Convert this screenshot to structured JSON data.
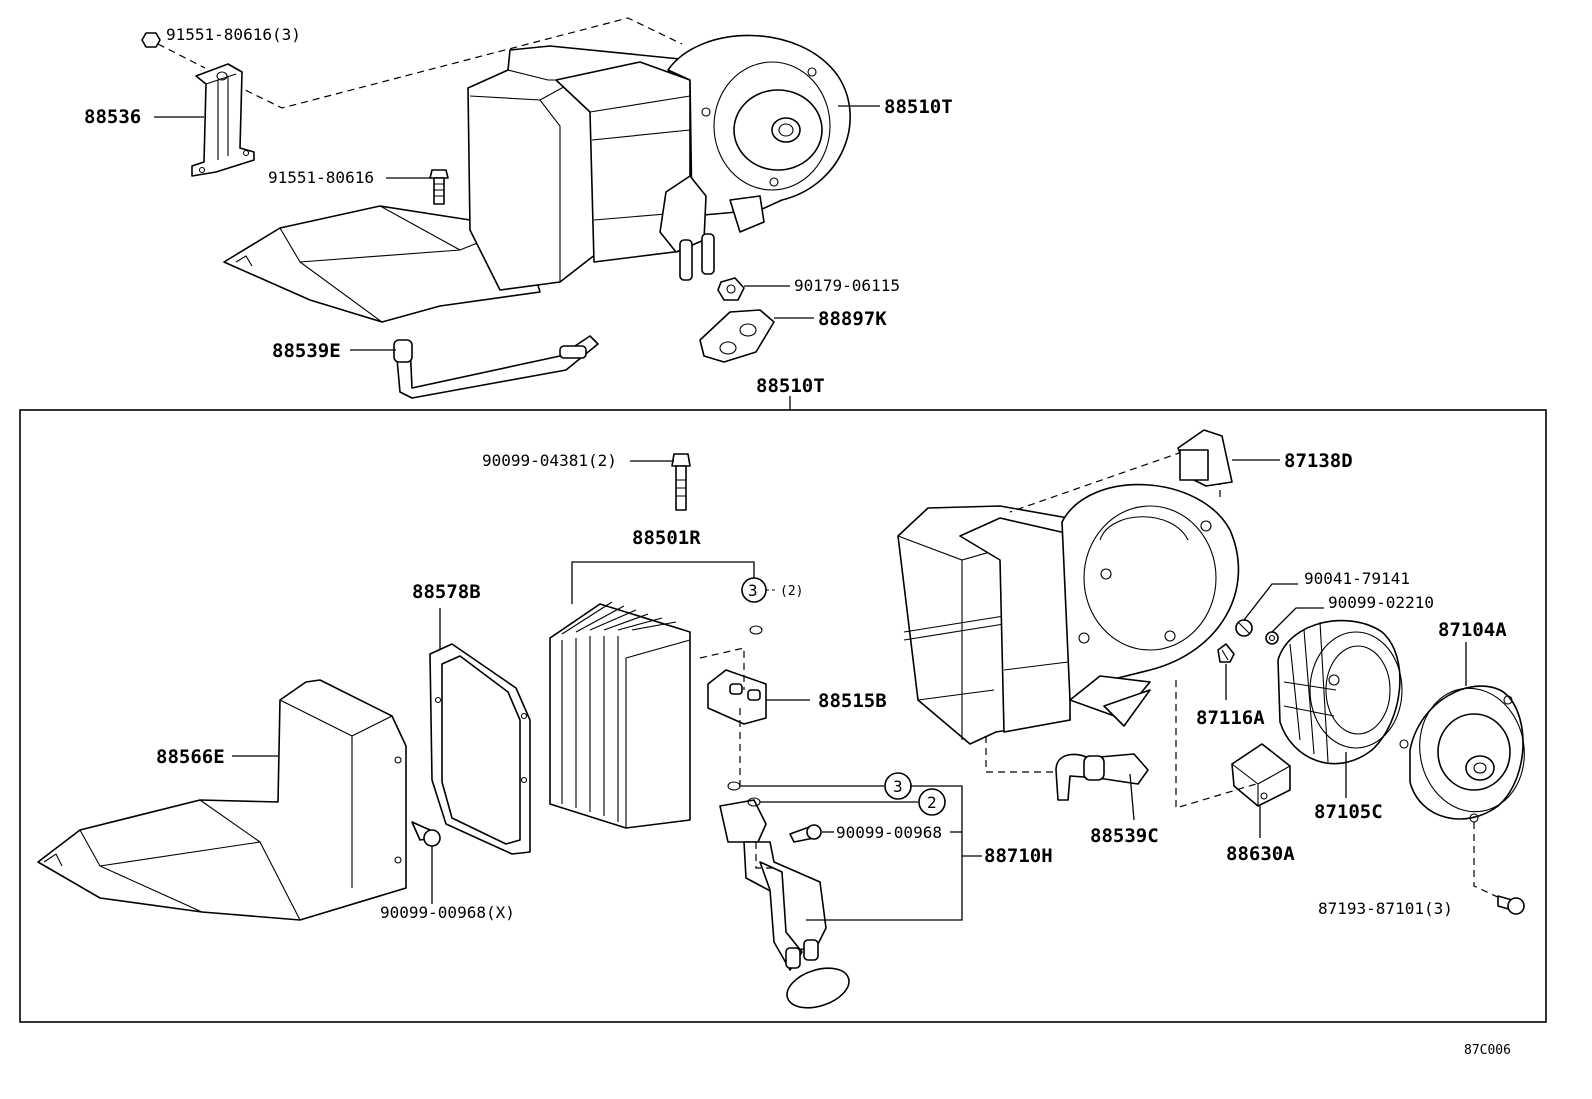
{
  "top_assembly": {
    "bolt_qty3": "91551-80616(3)",
    "bracket": "88536",
    "bolt": "91551-80616",
    "unit": "88510T",
    "nut": "90179-06115",
    "packing": "88897K",
    "hose": "88539E"
  },
  "detail": {
    "title": "88510T",
    "bolt_qty2": "90099-04381(2)",
    "evaporator": "88501R",
    "oring_ref": "3",
    "oring_qty": "(2)",
    "seal": "88578B",
    "valve": "88515B",
    "lower_case": "88566E",
    "screw_x": "90099-00968(X)",
    "tube_oring_3": "3",
    "tube_oring_2": "2",
    "tube_screw": "90099-00968",
    "tube": "88710H",
    "resistor": "87138D",
    "clip_a": "90041-79141",
    "clip_b": "90099-02210",
    "motor": "87104A",
    "cushion": "87116A",
    "fan": "87105C",
    "drain_hose": "88539C",
    "amplifier": "88630A",
    "screw_qty3": "87193-87101(3)"
  },
  "figure_code": "87C006"
}
